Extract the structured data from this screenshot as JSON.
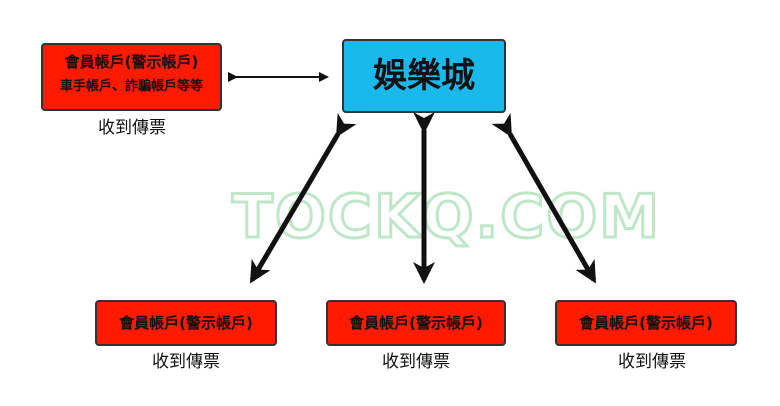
{
  "center": {
    "label": "娛樂城",
    "color": "#19b9ec"
  },
  "accounts": [
    {
      "line1": "會員帳戶(警示帳戶)",
      "line2": "車手帳戶、詐騙帳戶等等",
      "caption": "收到傳票"
    },
    {
      "line1": "會員帳戶(警示帳戶)",
      "caption": "收到傳票"
    },
    {
      "line1": "會員帳戶(警示帳戶)",
      "caption": "收到傳票"
    },
    {
      "line1": "會員帳戶(警示帳戶)",
      "caption": "收到傳票"
    }
  ],
  "watermark": "TOCKQ.COM",
  "colors": {
    "account_box": "#ff1a00",
    "border": "#333333",
    "arrow": "#111111"
  }
}
